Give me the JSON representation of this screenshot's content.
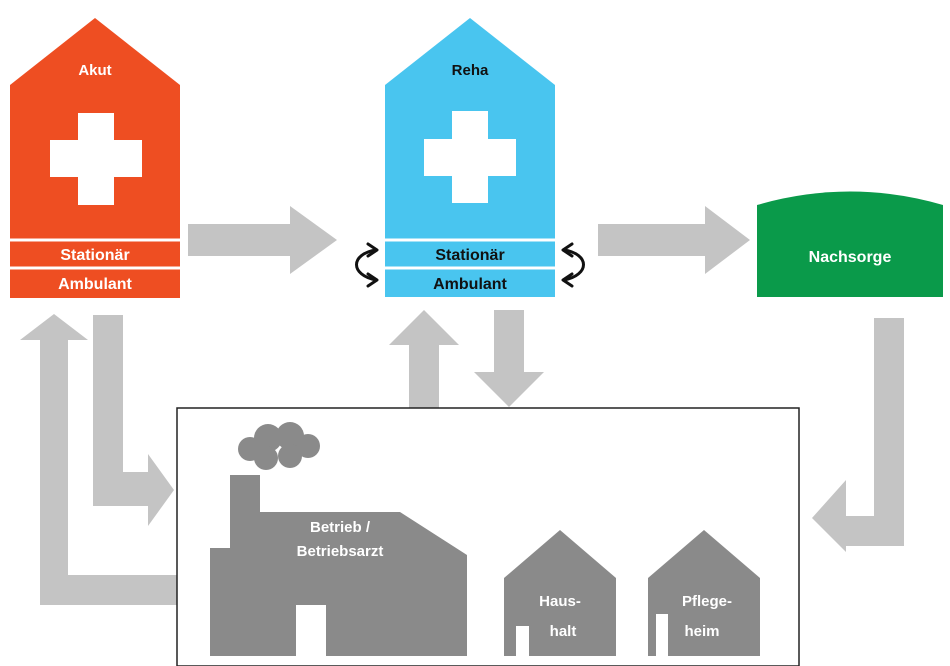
{
  "akut": {
    "title": "Akut",
    "row1": "Stationär",
    "row2": "Ambulant",
    "color": "#ee4e22"
  },
  "reha": {
    "title": "Reha",
    "row1": "Stationär",
    "row2": "Ambulant",
    "color": "#49c5ef"
  },
  "nachsorge": {
    "label": "Nachsorge",
    "color": "#0a9a4a"
  },
  "betrieb": {
    "line1": "Betrieb /",
    "line2": "Betriebsarzt"
  },
  "haushalt": {
    "line1": "Haus-",
    "line2": "halt"
  },
  "pflegeheim": {
    "line1": "Pflege-",
    "line2": "heim"
  },
  "colors": {
    "arrow": "#c4c4c4",
    "building": "#8a8a8a",
    "frame": "#222222"
  }
}
